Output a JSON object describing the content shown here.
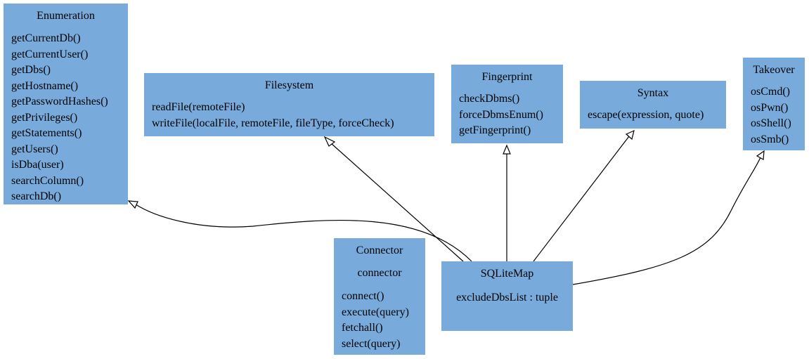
{
  "colors": {
    "class_fill": "#78aadc",
    "edge": "#000000",
    "arrow_fill": "#ffffff"
  },
  "classes": {
    "enumeration": {
      "name": "Enumeration",
      "methods": [
        "getCurrentDb()",
        "getCurrentUser()",
        "getDbs()",
        "getHostname()",
        "getPasswordHashes()",
        "getPrivileges()",
        "getStatements()",
        "getUsers()",
        "isDba(user)",
        "searchColumn()",
        "searchDb()"
      ]
    },
    "filesystem": {
      "name": "Filesystem",
      "methods": [
        "readFile(remoteFile)",
        "writeFile(localFile, remoteFile, fileType, forceCheck)"
      ]
    },
    "fingerprint": {
      "name": "Fingerprint",
      "methods": [
        "checkDbms()",
        "forceDbmsEnum()",
        "getFingerprint()"
      ]
    },
    "syntax": {
      "name": "Syntax",
      "methods": [
        "escape(expression, quote)"
      ]
    },
    "takeover": {
      "name": "Takeover",
      "methods": [
        "osCmd()",
        "osPwn()",
        "osShell()",
        "osSmb()"
      ]
    },
    "connector": {
      "name": "Connector",
      "attribute": "connector",
      "methods": [
        "connect()",
        "execute(query)",
        "fetchall()",
        "select(query)"
      ]
    },
    "sqlitemap": {
      "name": "SQLiteMap",
      "attribute": "excludeDbsList : tuple"
    }
  },
  "relations": [
    {
      "from": "SQLiteMap",
      "to": "Enumeration",
      "type": "inheritance"
    },
    {
      "from": "SQLiteMap",
      "to": "Filesystem",
      "type": "inheritance"
    },
    {
      "from": "SQLiteMap",
      "to": "Fingerprint",
      "type": "inheritance"
    },
    {
      "from": "SQLiteMap",
      "to": "Syntax",
      "type": "inheritance"
    },
    {
      "from": "SQLiteMap",
      "to": "Takeover",
      "type": "inheritance"
    }
  ]
}
